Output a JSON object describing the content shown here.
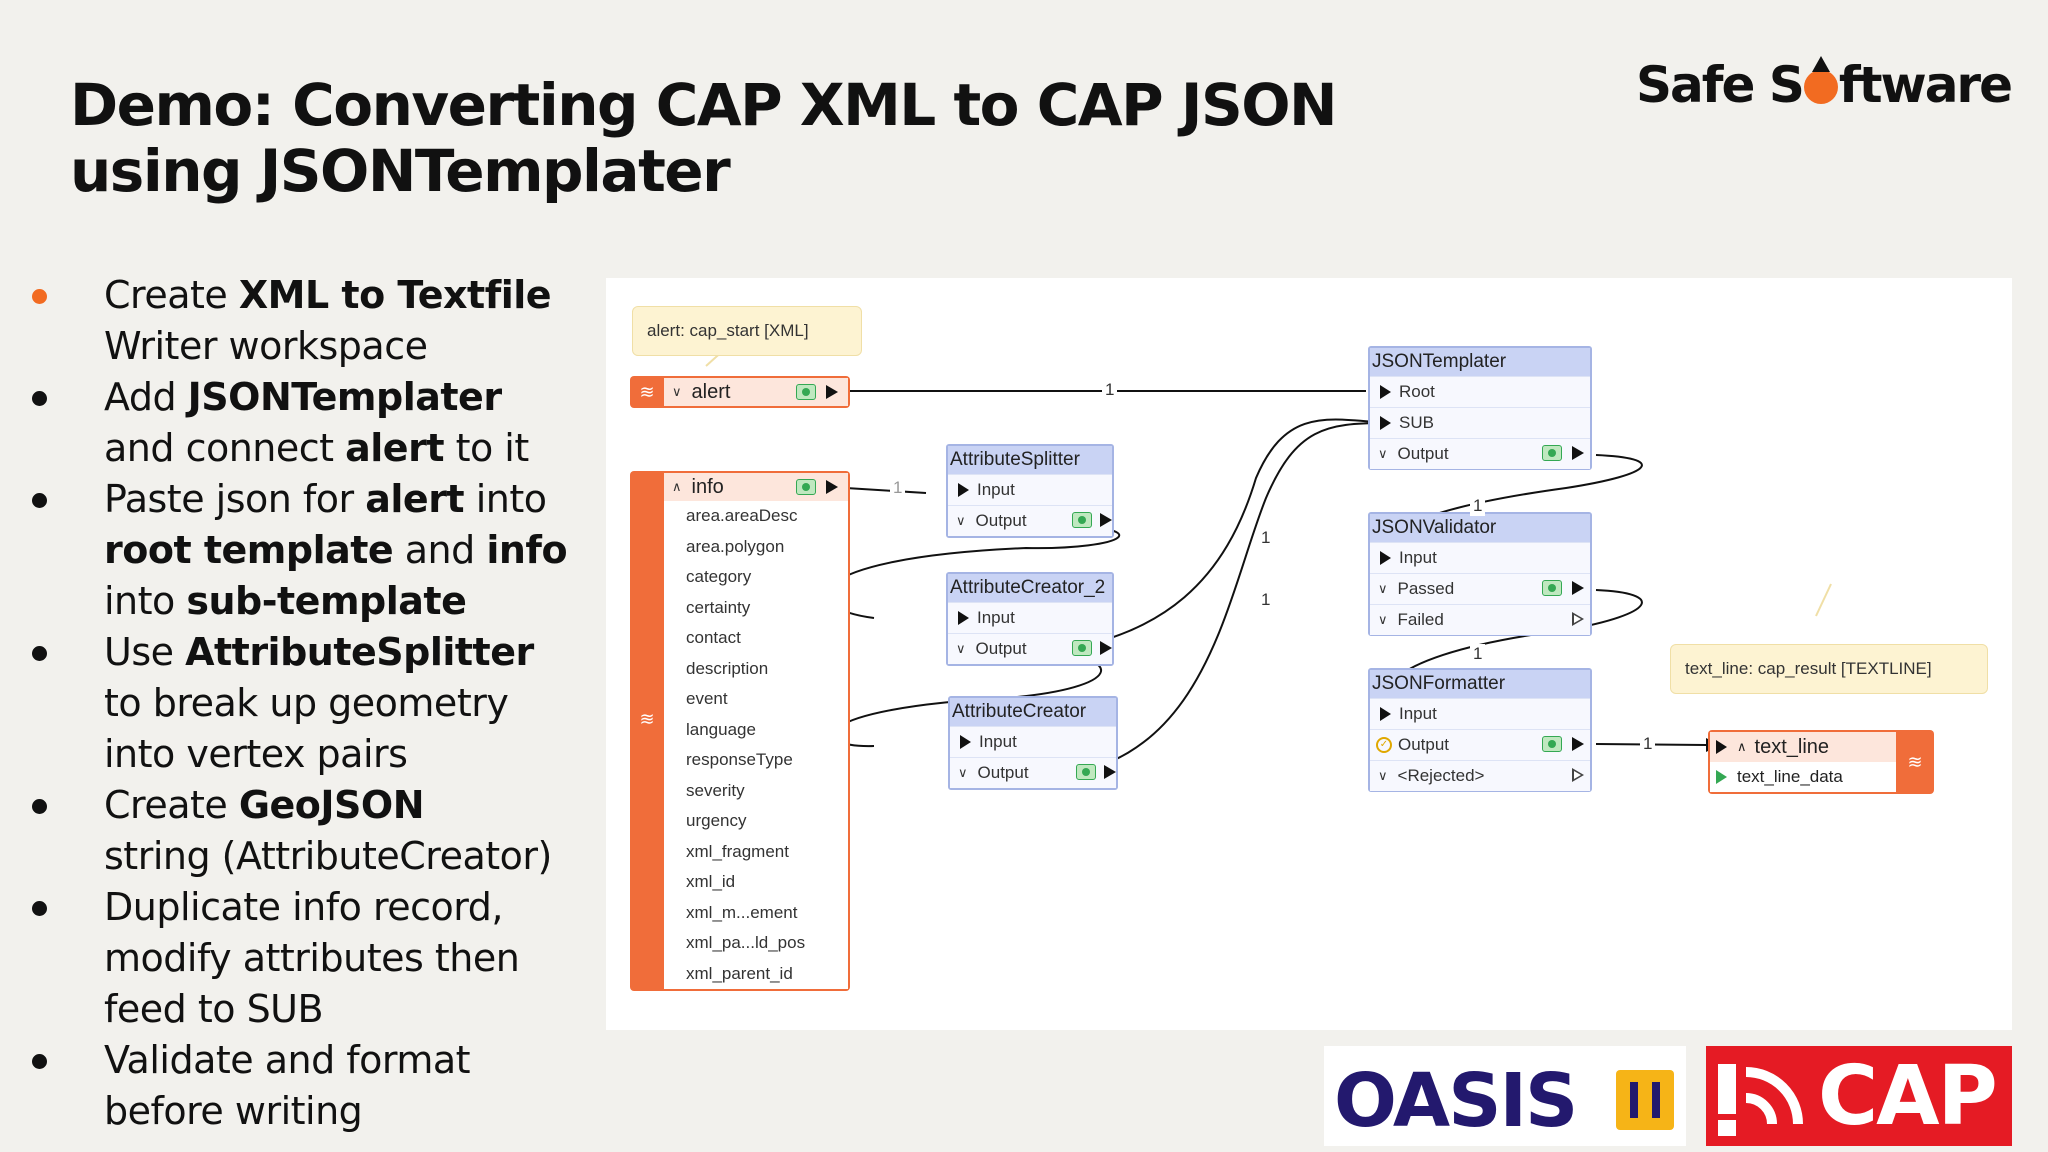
{
  "slide": {
    "title_line1": "Demo: Converting CAP XML to CAP JSON",
    "title_line2": "using JSONTemplater"
  },
  "logo": {
    "before": "Safe S",
    "after": "ftware"
  },
  "bullets": [
    {
      "lines": [
        [
          "Create ",
          {
            "b": "XML to Textfile"
          }
        ],
        [
          "Writer workspace"
        ]
      ]
    },
    {
      "lines": [
        [
          "Add ",
          {
            "b": "JSONTemplater"
          }
        ],
        [
          "and connect ",
          {
            "b": "alert"
          },
          " to it"
        ]
      ]
    },
    {
      "lines": [
        [
          "Paste json for ",
          {
            "b": "alert"
          },
          " into"
        ],
        [
          {
            "b": "root template"
          },
          " and ",
          {
            "b": "info"
          }
        ],
        [
          "into ",
          {
            "b": "sub-template"
          }
        ]
      ]
    },
    {
      "lines": [
        [
          "Use ",
          {
            "b": "AttributeSplitter"
          }
        ],
        [
          "to break up geometry"
        ],
        [
          "into vertex pairs"
        ]
      ]
    },
    {
      "lines": [
        [
          "Create ",
          {
            "b": "GeoJSON"
          }
        ],
        [
          "string (AttributeCreator)"
        ]
      ]
    },
    {
      "lines": [
        [
          "Duplicate info record,"
        ],
        [
          "modify attributes then"
        ],
        [
          "feed to SUB"
        ]
      ]
    },
    {
      "lines": [
        [
          "Validate and format"
        ],
        [
          "before writing"
        ]
      ]
    }
  ],
  "workspace": {
    "annotation_reader": "alert: cap_start [XML]",
    "annotation_writer": "text_line: cap_result [TEXTLINE]",
    "alert_port": "alert",
    "info_port": "info",
    "info_attributes": [
      "area.areaDesc",
      "area.polygon",
      "category",
      "certainty",
      "contact",
      "description",
      "event",
      "language",
      "responseType",
      "severity",
      "urgency",
      "xml_fragment",
      "xml_id",
      "xml_m...ement",
      "xml_pa...ld_pos",
      "xml_parent_id"
    ],
    "attribute_splitter": {
      "title": "AttributeSplitter",
      "input": "Input",
      "output": "Output"
    },
    "attribute_creator_2": {
      "title": "AttributeCreator_2",
      "input": "Input",
      "output": "Output"
    },
    "attribute_creator": {
      "title": "AttributeCreator",
      "input": "Input",
      "output": "Output"
    },
    "json_templater": {
      "title": "JSONTemplater",
      "root": "Root",
      "sub": "SUB",
      "output": "Output"
    },
    "json_validator": {
      "title": "JSONValidator",
      "input": "Input",
      "passed": "Passed",
      "failed": "Failed"
    },
    "json_formatter": {
      "title": "JSONFormatter",
      "input": "Input",
      "output": "Output",
      "rejected": "<Rejected>"
    },
    "writer": {
      "type": "text_line",
      "attr": "text_line_data"
    },
    "counts": {
      "alert_to_root": "1",
      "info_to_splitter": "1",
      "to_sub": "1",
      "sub_b": "1",
      "templater_to_validator": "1",
      "validator_to_formatter": "1",
      "formatter_to_writer": "1",
      "creator_small": "1"
    }
  },
  "footer_logos": {
    "oasis": "OASIS",
    "cap": "CAP"
  },
  "colors": {
    "accent": "#f26b21",
    "reader": "#f06d3a",
    "transformer_header": "#c9d3f4",
    "oasis": "#23196e",
    "cap": "#e51b24"
  }
}
